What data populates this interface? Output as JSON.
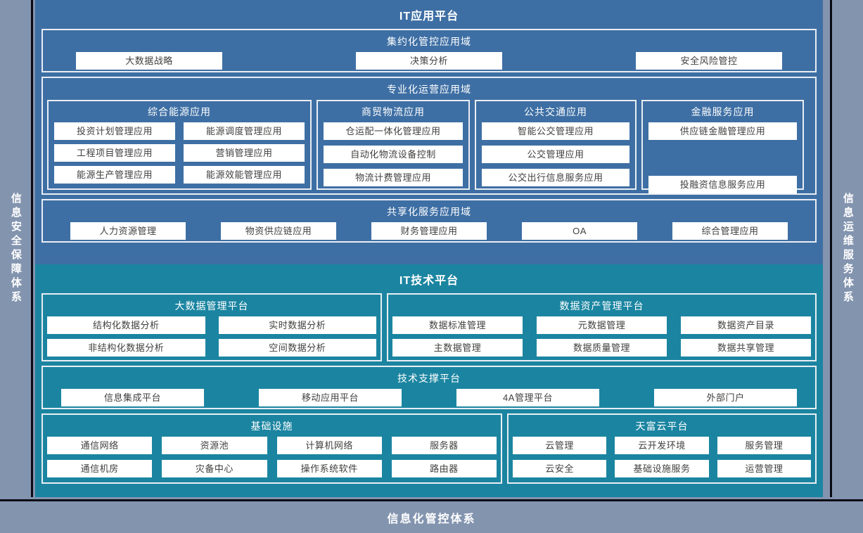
{
  "bands": {
    "left": "信息安全保障体系",
    "right": "信息运维服务体系"
  },
  "bottom_bar": {
    "label": "信息化管控体系"
  },
  "colors": {
    "app_platform": "#3e6fa4",
    "tech_platform": "#1b85a1",
    "background": "#8394af",
    "chip": "#ffffff",
    "chip_text": "#40403f",
    "border": "#e9eef4",
    "frame": "#0a0a14"
  },
  "app_platform": {
    "title": "IT应用平台",
    "domains": [
      {
        "title": "集约化管控应用域",
        "items": [
          "大数据战略",
          "决策分析",
          "安全风险管控"
        ]
      },
      {
        "title": "专业化运营应用域",
        "groups": [
          {
            "title": "综合能源应用",
            "items": [
              "投资计划管理应用",
              "能源调度管理应用",
              "工程项目管理应用",
              "营销管理应用",
              "能源生产管理应用",
              "能源效能管理应用"
            ]
          },
          {
            "title": "商贸物流应用",
            "items": [
              "仓运配一体化管理应用",
              "自动化物流设备控制",
              "物流计费管理应用"
            ]
          },
          {
            "title": "公共交通应用",
            "items": [
              "智能公交管理应用",
              "公交管理应用",
              "公交出行信息服务应用"
            ]
          },
          {
            "title": "金融服务应用",
            "items": [
              "供应链金融管理应用",
              "投融资信息服务应用"
            ]
          }
        ]
      },
      {
        "title": "共享化服务应用域",
        "items": [
          "人力资源管理",
          "物资供应链应用",
          "财务管理应用",
          "OA",
          "综合管理应用"
        ]
      }
    ]
  },
  "tech_platform": {
    "title": "IT技术平台",
    "groups": [
      {
        "title": "大数据管理平台",
        "items": [
          "结构化数据分析",
          "实时数据分析",
          "非结构化数据分析",
          "空间数据分析"
        ]
      },
      {
        "title": "数据资产管理平台",
        "items": [
          "数据标准管理",
          "元数据管理",
          "数据资产目录",
          "主数据管理",
          "数据质量管理",
          "数据共享管理"
        ]
      },
      {
        "title": "技术支撑平台",
        "items": [
          "信息集成平台",
          "移动应用平台",
          "4A管理平台",
          "外部门户"
        ]
      },
      {
        "title": "基础设施",
        "items": [
          "通信网络",
          "资源池",
          "计算机网络",
          "服务器",
          "通信机房",
          "灾备中心",
          "操作系统软件",
          "路由器"
        ]
      },
      {
        "title": "天富云平台",
        "items": [
          "云管理",
          "云开发环境",
          "服务管理",
          "云安全",
          "基础设施服务",
          "运营管理"
        ]
      }
    ]
  }
}
